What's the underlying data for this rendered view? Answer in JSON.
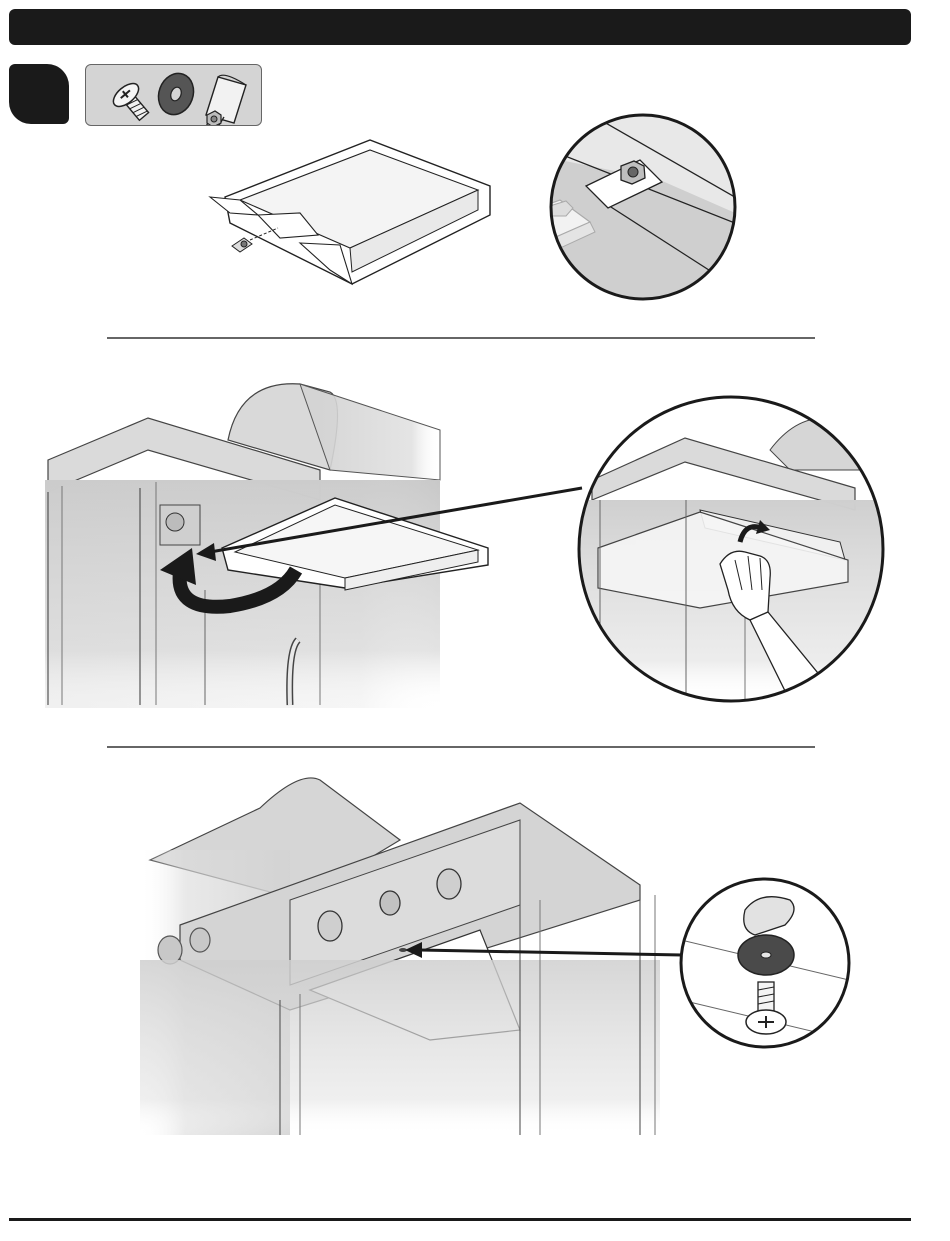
{
  "page": {
    "header_text": "",
    "step_number": ""
  },
  "colors": {
    "header": "#1a1a1a",
    "panel_light": "#e6e6e6",
    "panel_mid": "#cfcfcf",
    "panel_dark": "#a8a8a8",
    "line": "#2b2b2b",
    "accent_dark": "#1a1a1a"
  },
  "parts": [
    {
      "name": "screw",
      "icon": "phillips-screw-icon"
    },
    {
      "name": "washer",
      "icon": "washer-icon"
    },
    {
      "name": "clip-nut",
      "icon": "clip-nut-icon"
    }
  ],
  "panels": [
    {
      "name": "tray-clip-attach",
      "icon": "drip-tray-icon"
    },
    {
      "name": "tray-insert",
      "icon": "grill-frame-icon"
    },
    {
      "name": "tray-secure",
      "icon": "grill-front-icon"
    }
  ]
}
